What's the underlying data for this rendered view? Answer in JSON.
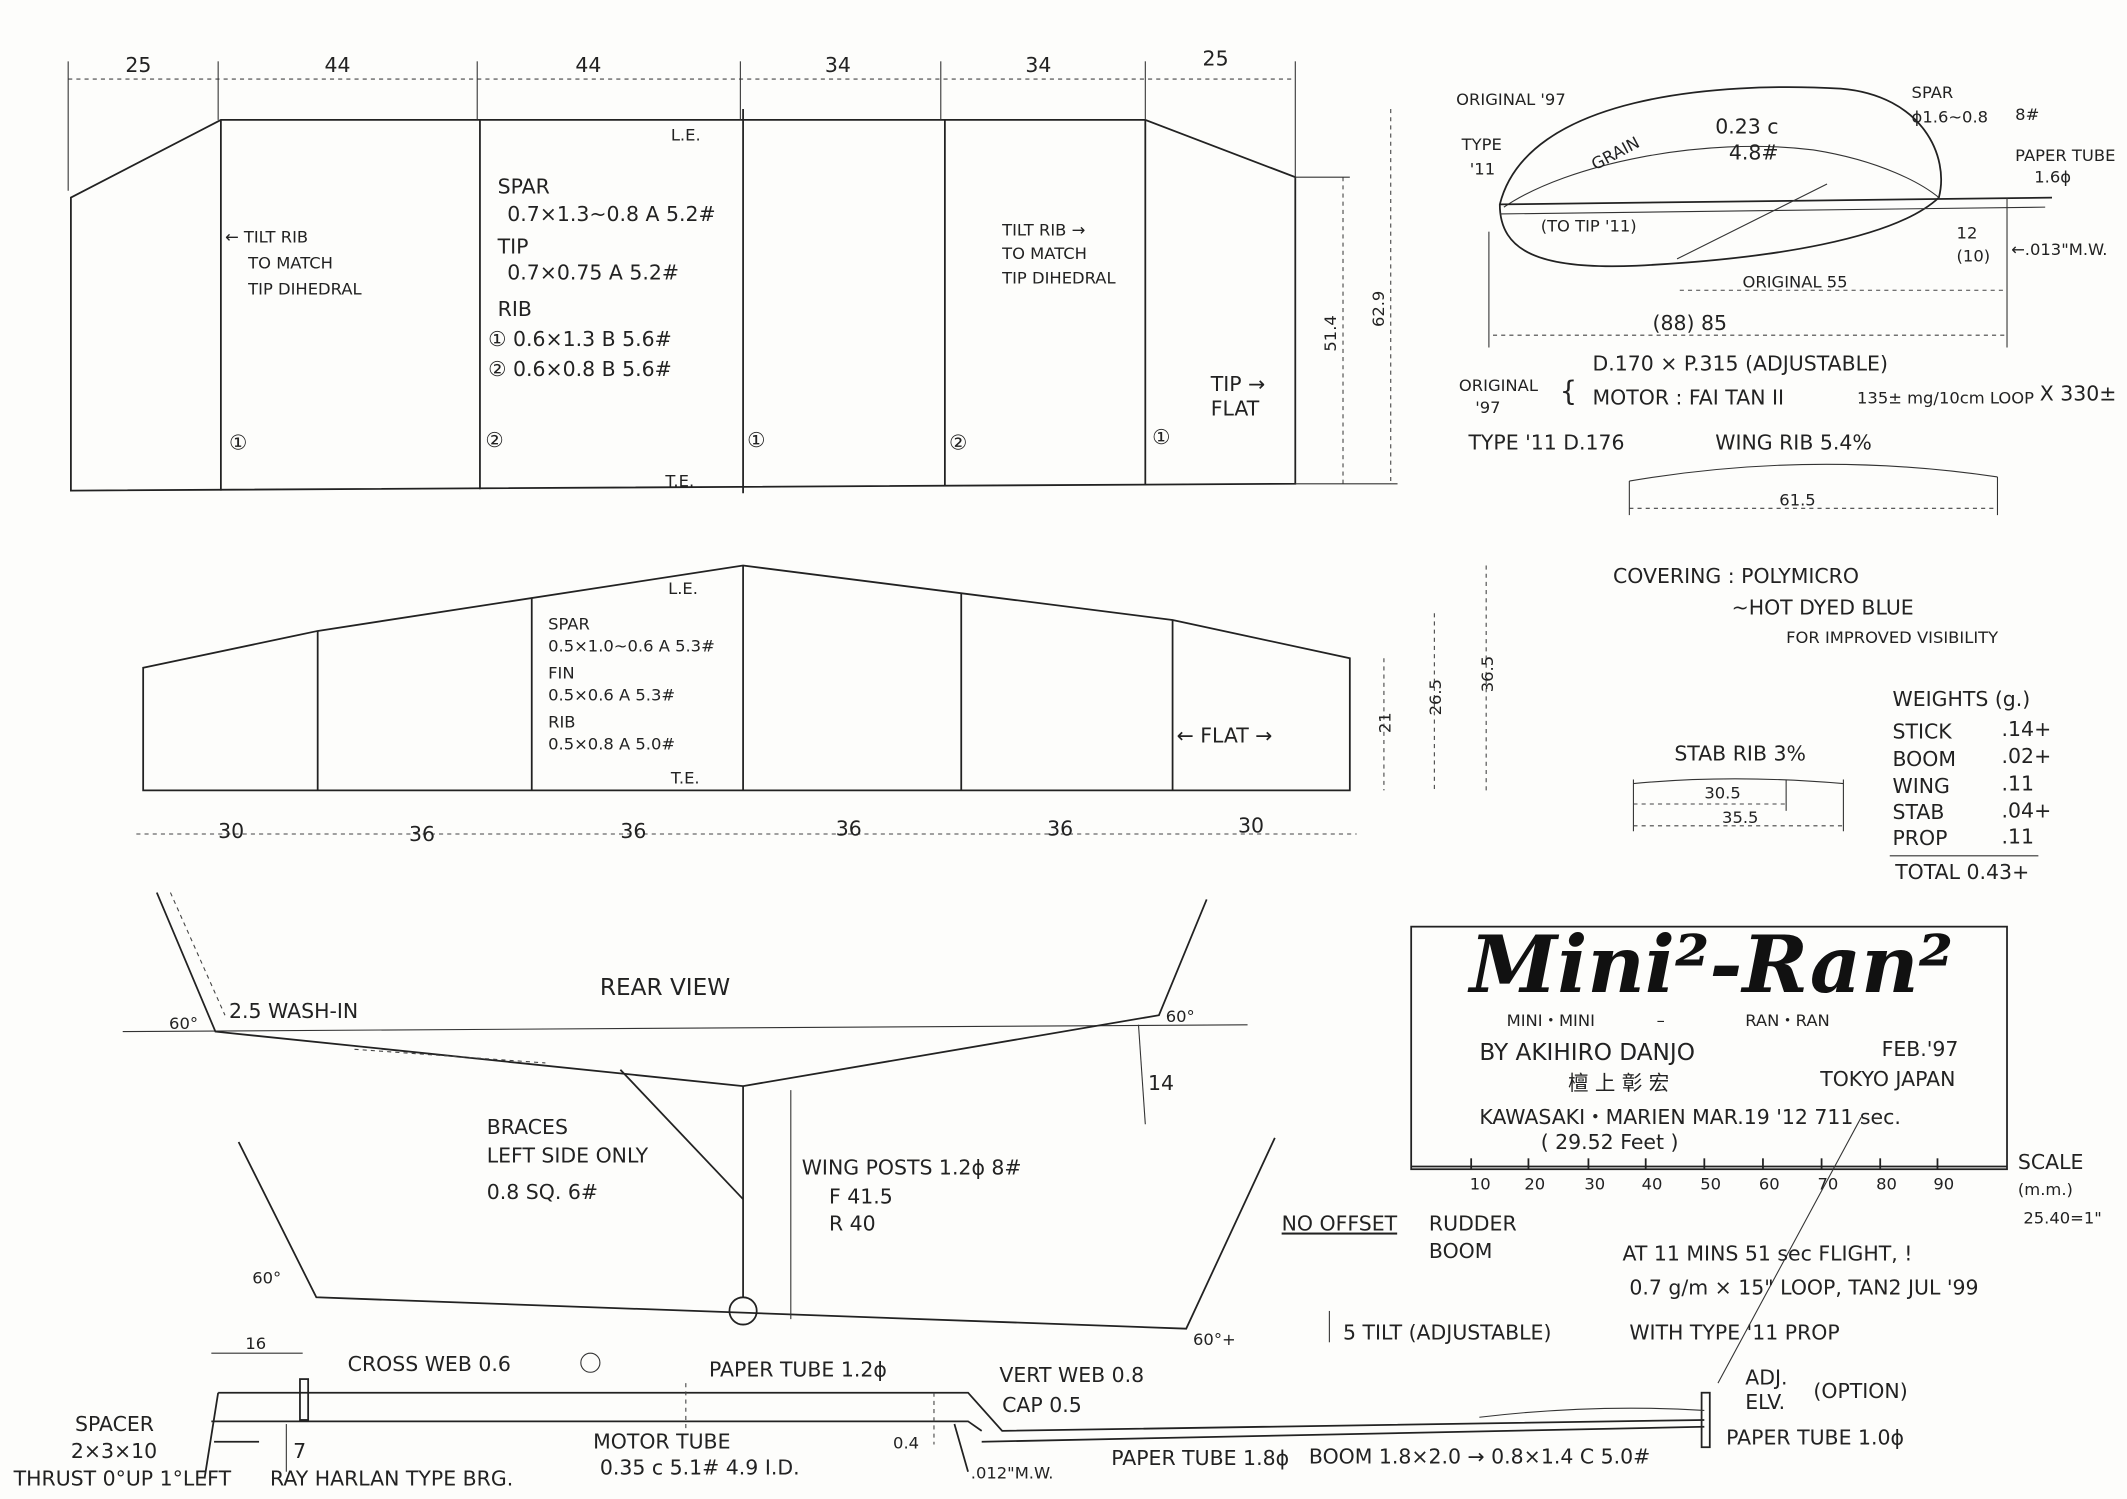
{
  "wing": {
    "span_dims": [
      "25",
      "44",
      "44",
      "34",
      "34",
      "25"
    ],
    "le": "L.E.",
    "te": "T.E.",
    "chord_dims": [
      "51.4",
      "62.9"
    ],
    "tilt_rib_left": [
      "← TILT RIB",
      "TO MATCH",
      "TIP DIHEDRAL"
    ],
    "tilt_rib_right": [
      "TILT RIB →",
      "TO MATCH",
      "TIP DIHEDRAL"
    ],
    "tip_flat": [
      "TIP →",
      "FLAT"
    ],
    "rib_markers": [
      "①",
      "②",
      "①",
      "②",
      "①"
    ],
    "spec": [
      "SPAR",
      "0.7×1.3~0.8  A  5.2#",
      "TIP",
      "0.7×0.75     A  5.2#",
      "RIB",
      "① 0.6×1.3      B  5.6#",
      "② 0.6×0.8      B  5.6#"
    ]
  },
  "stab": {
    "span_dims": [
      "30",
      "36",
      "36",
      "36",
      "36",
      "30"
    ],
    "le": "L.E.",
    "te": "T.E.",
    "chord_dims": [
      "21",
      "26.5",
      "36.5"
    ],
    "flat": "←   FLAT   →",
    "spec": [
      "SPAR",
      "0.5×1.0~0.6 A 5.3#",
      "FIN",
      "0.5×0.6      A 5.3#",
      "RIB",
      "0.5×0.8      A 5.0#"
    ]
  },
  "rear_view": {
    "title": "REAR VIEW",
    "wash_in": "2.5 WASH-IN",
    "angles": [
      "60°",
      "60°",
      "60°",
      "60°+"
    ],
    "rise": "14",
    "braces": [
      "BRACES",
      "LEFT SIDE ONLY",
      "0.8 SQ.   6#"
    ],
    "wing_posts": [
      "WING POSTS    1.2ϕ  8#",
      "F 41.5",
      "R 40"
    ],
    "tilt": "5  TILT (ADJUSTABLE)",
    "no_offset": "NO OFFSET",
    "offset_items": [
      "RUDDER",
      "BOOM"
    ]
  },
  "fuselage": {
    "bearing_len": "16",
    "cross_web": "CROSS WEB 0.6",
    "paper_tube_12": "PAPER TUBE 1.2ϕ",
    "vert_web": "VERT WEB 0.8",
    "cap": "CAP 0.5",
    "spacer": [
      "SPACER",
      "2×3×10"
    ],
    "thrust": "THRUST 0°UP 1°LEFT",
    "bearing": "RAY HARLAN TYPE BRG.",
    "height": "7",
    "motor_tube": [
      "MOTOR TUBE",
      "0.35 c  5.1#    4.9 I.D."
    ],
    "gap": "0.4",
    "wire": ".012\"M.W.",
    "paper_tube_18": "PAPER TUBE 1.8ϕ",
    "boom": "BOOM  1.8×2.0 → 0.8×1.4  C 5.0#",
    "adj_elv": [
      "ADJ.",
      "ELV."
    ],
    "option": "(OPTION)",
    "paper_tube_10": "PAPER TUBE 1.0ϕ"
  },
  "prop": {
    "original_97": "ORIGINAL '97",
    "type11": [
      "TYPE",
      "'11"
    ],
    "grain": "GRAIN",
    "blade": [
      "0.23 c",
      "4.8#"
    ],
    "spar": [
      "SPAR",
      "ϕ1.6~0.8",
      "8#"
    ],
    "paper_tube": [
      "PAPER TUBE",
      "1.6ϕ"
    ],
    "to_tip": "(TO TIP '11)",
    "dim_12": "12",
    "dim_10": "(10)",
    "wire": "←.013\"M.W.",
    "orig_55": "ORIGINAL 55",
    "span": "(88) 85",
    "original_label": [
      "ORIGINAL",
      "'97"
    ],
    "spec1": "D.170 × P.315 (ADJUSTABLE)",
    "spec2": "MOTOR :  FAI TAN II",
    "motor_weight": "135± mg/10cm LOOP",
    "strands": "X 330±",
    "type11_d": "TYPE '11 D.176",
    "wing_rib": "WING RIB   5.4%",
    "rib_len": "61.5"
  },
  "covering": [
    "COVERING : POLYMICRO",
    "~HOT DYED BLUE",
    "FOR IMPROVED VISIBILITY"
  ],
  "stab_rib": {
    "title": "STAB RIB 3%",
    "dims": [
      "30.5",
      "35.5"
    ]
  },
  "weights": {
    "title": "WEIGHTS (g.)",
    "items": [
      {
        "label": "STICK",
        "value": ".14+"
      },
      {
        "label": "BOOM",
        "value": ".02+"
      },
      {
        "label": "WING",
        "value": ".11"
      },
      {
        "label": "STAB",
        "value": ".04+"
      },
      {
        "label": "PROP",
        "value": ".11"
      }
    ],
    "total": "TOTAL 0.43+"
  },
  "title_block": {
    "title": "Mini²-Ran²",
    "subtitle": [
      "MINI・MINI",
      "–",
      "RAN・RAN"
    ],
    "author": "BY  AKIHIRO  DANJO",
    "date": "FEB.'97",
    "kanji": "檀 上 彰 宏",
    "location": "TOKYO JAPAN",
    "record": "KAWASAKI・MARIEN  MAR.19 '12  711 sec.",
    "ceiling": "( 29.52 Feet )",
    "scale_ticks": [
      "10",
      "20",
      "30",
      "40",
      "50",
      "60",
      "70",
      "80",
      "90"
    ],
    "scale_label": [
      "SCALE",
      "(m.m.)",
      "25.40=1\""
    ]
  },
  "flight_note": [
    "AT 11 MINS 51 sec FLIGHT, !",
    "0.7 g/m × 15\" LOOP, TAN2  JUL '99",
    "WITH TYPE '11 PROP"
  ]
}
